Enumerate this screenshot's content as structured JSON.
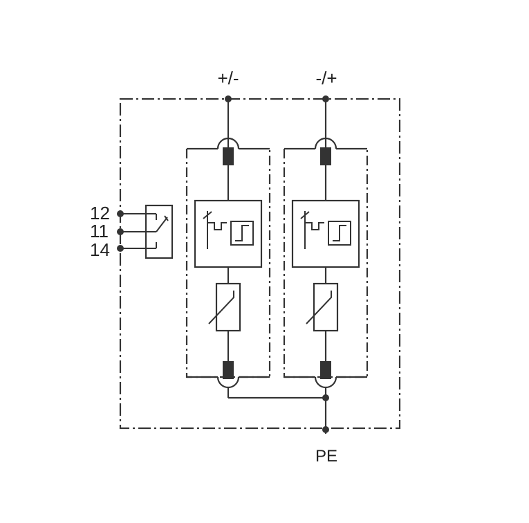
{
  "terminals": {
    "left_top": "+/-",
    "right_top": "-/+",
    "bottom": "PE"
  },
  "contacts": {
    "c12": "12",
    "c11": "11",
    "c14": "14"
  }
}
